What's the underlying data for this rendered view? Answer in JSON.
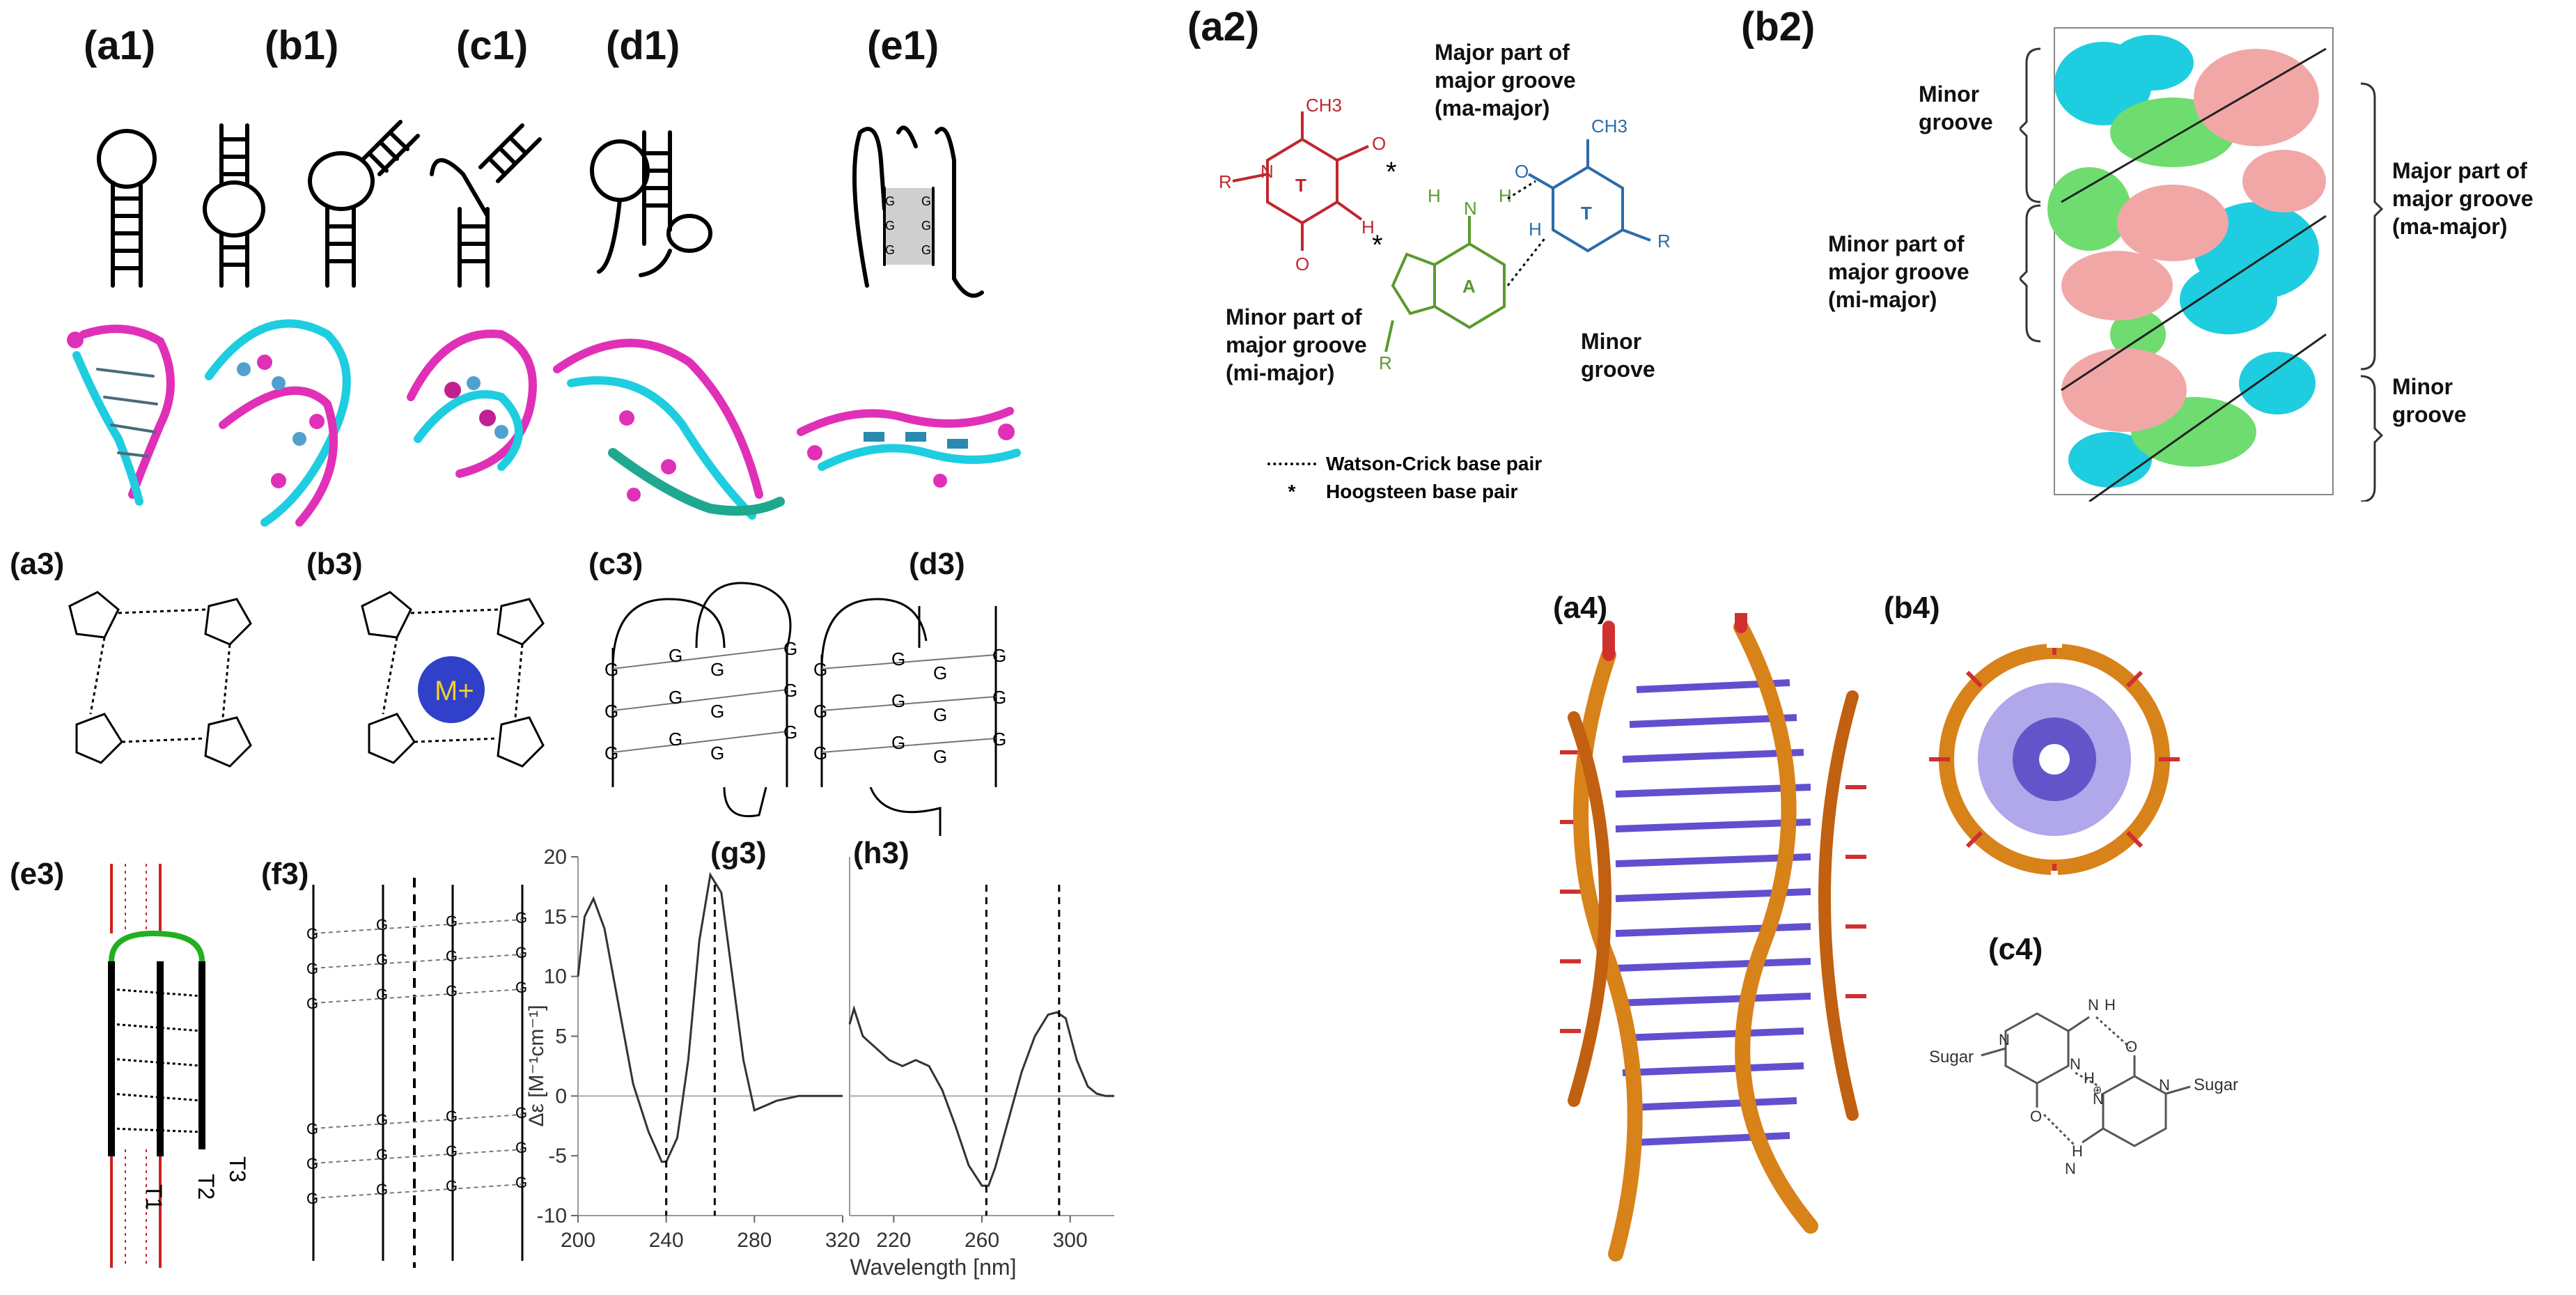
{
  "panels": {
    "a1": "(a1)",
    "b1": "(b1)",
    "c1": "(c1)",
    "d1": "(d1)",
    "e1": "(e1)",
    "a2": "(a2)",
    "b2": "(b2)",
    "a3": "(a3)",
    "b3": "(b3)",
    "c3": "(c3)",
    "d3": "(d3)",
    "e3": "(e3)",
    "f3": "(f3)",
    "g3": "(g3)",
    "h3": "(h3)",
    "a4": "(a4)",
    "b4": "(b4)",
    "c4": "(c4)"
  },
  "a2": {
    "ma_major": [
      "Major part of",
      "major groove",
      "(ma-major)"
    ],
    "mi_major": [
      "Minor part of",
      "major groove",
      "(mi-major)"
    ],
    "minor_groove": [
      "Minor",
      "groove"
    ],
    "legend_wc": "Watson-Crick base pair",
    "legend_hg": "Hoogsteen base pair",
    "legend_star": "*",
    "ch3": "CH3",
    "base_T": "T",
    "base_A": "A"
  },
  "b2": {
    "minor_top": [
      "Minor",
      "groove"
    ],
    "mi_major": [
      "Minor part of",
      "major groove",
      "(mi-major)"
    ],
    "ma_major": [
      "Major part of",
      "major groove",
      "(ma-major)"
    ],
    "minor_bottom": [
      "Minor",
      "groove"
    ]
  },
  "b3": {
    "ion": "M+"
  },
  "e3": {
    "strands": [
      "T1",
      "T2",
      "T3"
    ]
  },
  "c4": {
    "sugar_left": "Sugar",
    "sugar_right": "Sugar"
  },
  "spectra": {
    "xlabel": "Wavelength [nm]",
    "ylabel": "Δε [M⁻¹cm⁻¹]"
  },
  "colors": {
    "thymine_red": "#c0272d",
    "adenine_green": "#5a9a2e",
    "thymine_blue": "#2b6ca8",
    "cyan": "#1ecde0",
    "magenta": "#e030b8",
    "pink": "#f2a7a7",
    "green": "#6fdc6f",
    "orange": "#d8821a",
    "purple": "#5a46c8",
    "ion_blue": "#3040c8"
  },
  "chart_data": [
    {
      "type": "line",
      "panel": "(g3)",
      "xlabel": "Wavelength [nm]",
      "ylabel": "Δε [M⁻¹cm⁻¹]",
      "xlim": [
        200,
        320
      ],
      "ylim": [
        -10,
        20
      ],
      "xticks": [
        200,
        240,
        280,
        320
      ],
      "yticks": [
        -10,
        -5,
        0,
        5,
        10,
        15,
        20
      ],
      "series": [
        {
          "x": [
            200,
            203,
            207,
            212,
            218,
            225,
            232,
            238,
            240,
            245,
            250,
            255,
            260,
            265,
            270,
            275,
            280,
            285,
            290,
            295,
            300,
            305,
            310,
            315,
            320
          ],
          "y": [
            10,
            15,
            16.5,
            14,
            8,
            1,
            -3,
            -5.5,
            -5.5,
            -3.5,
            3,
            13,
            18.5,
            17,
            10,
            3,
            -1.2,
            -0.8,
            -0.4,
            -0.2,
            0,
            0,
            0,
            0,
            0
          ]
        }
      ],
      "markers_x": [
        240,
        262
      ]
    },
    {
      "type": "line",
      "panel": "(h3)",
      "xlim": [
        200,
        320
      ],
      "ylim": [
        -10,
        20
      ],
      "xticks": [
        220,
        260,
        300
      ],
      "series": [
        {
          "x": [
            200,
            202,
            206,
            212,
            218,
            224,
            230,
            236,
            242,
            248,
            254,
            260,
            263,
            266,
            272,
            278,
            284,
            290,
            294,
            298,
            303,
            308,
            312,
            316,
            320
          ],
          "y": [
            6,
            7.3,
            5,
            4,
            3,
            2.5,
            3,
            2.5,
            0.5,
            -2.5,
            -5.8,
            -7.5,
            -7.5,
            -6,
            -2,
            2,
            5,
            6.8,
            7,
            6.5,
            3,
            0.8,
            0.2,
            0,
            0
          ]
        }
      ],
      "markers_x": [
        262,
        295
      ]
    }
  ]
}
